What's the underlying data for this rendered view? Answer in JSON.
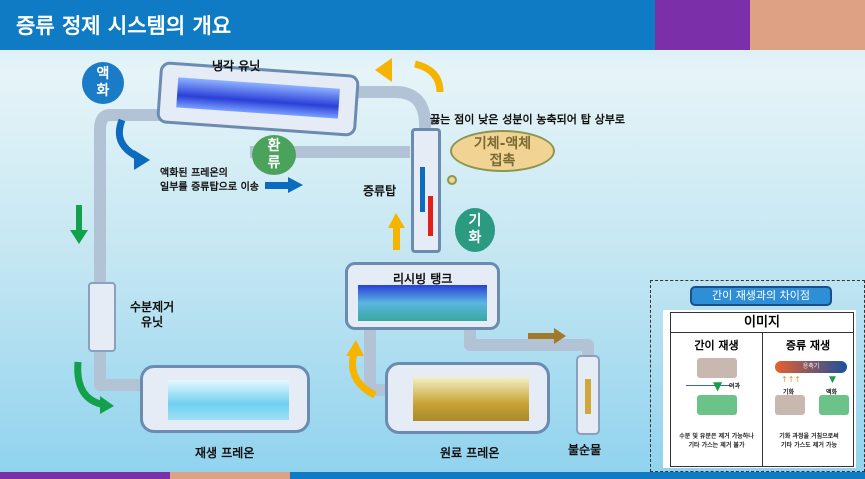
{
  "header": {
    "title": "증류 정제 시스템의 개요"
  },
  "colors": {
    "header": "#0e7bc4",
    "purple": "#7b2fa8",
    "salmon": "#dea184",
    "pipe": "#b3c3d6"
  },
  "diagram": {
    "condenser_label": "냉각 유닛",
    "liquefy_badge": [
      "액",
      "화"
    ],
    "reflux_badge": [
      "환",
      "류"
    ],
    "vaporize_badge": [
      "기",
      "화"
    ],
    "reflux_note": [
      "액화된 프레온의",
      "일부를 증류탑으로 이송"
    ],
    "top_note": "끓는 점이 낮은 성분이 농축되어 탑 상부로",
    "cloud": [
      "기체-액체",
      "접촉"
    ],
    "column_label": "증류탑",
    "receiver_label": "리시빙 탱크",
    "dryer_label": [
      "수분제거",
      "유닛"
    ],
    "recycled_label": "재생 프레온",
    "raw_label": "원료 프레온",
    "impurity_label": "불순물"
  },
  "comparison": {
    "title": "간이 재생과의 차이점",
    "table_header": "이미지",
    "simple": {
      "title": "간이 재생",
      "filter": "여과",
      "note": [
        "수분 및 유분은 제거 가능하나",
        "기타 가스는 제거 불가"
      ]
    },
    "distill": {
      "title": "증류 재생",
      "bar": "응축기",
      "vapor": "기화",
      "liquid": "액화",
      "note": [
        "기화 과정을 거침으로써",
        "기타 가스도 제거 가능"
      ]
    }
  }
}
